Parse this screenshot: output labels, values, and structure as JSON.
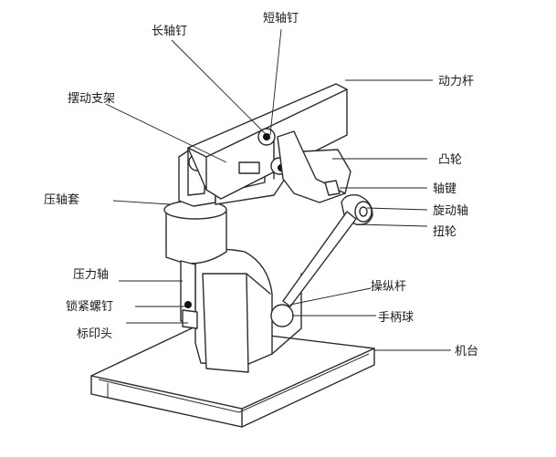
{
  "labels": {
    "long_axis_pin": "长轴钉",
    "short_axis_pin": "短轴钉",
    "power_rod": "动力杆",
    "swing_bracket": "摆动支架",
    "cam": "凸轮",
    "press_shaft_sleeve": "压轴套",
    "shaft_key": "轴键",
    "rotating_shaft": "旋动轴",
    "torsion_wheel": "扭轮",
    "pressure_shaft": "压力轴",
    "lever": "操纵杆",
    "lock_screw": "锁紧螺钉",
    "handle_ball": "手柄球",
    "stamp_head": "标印头",
    "base": "机台"
  }
}
